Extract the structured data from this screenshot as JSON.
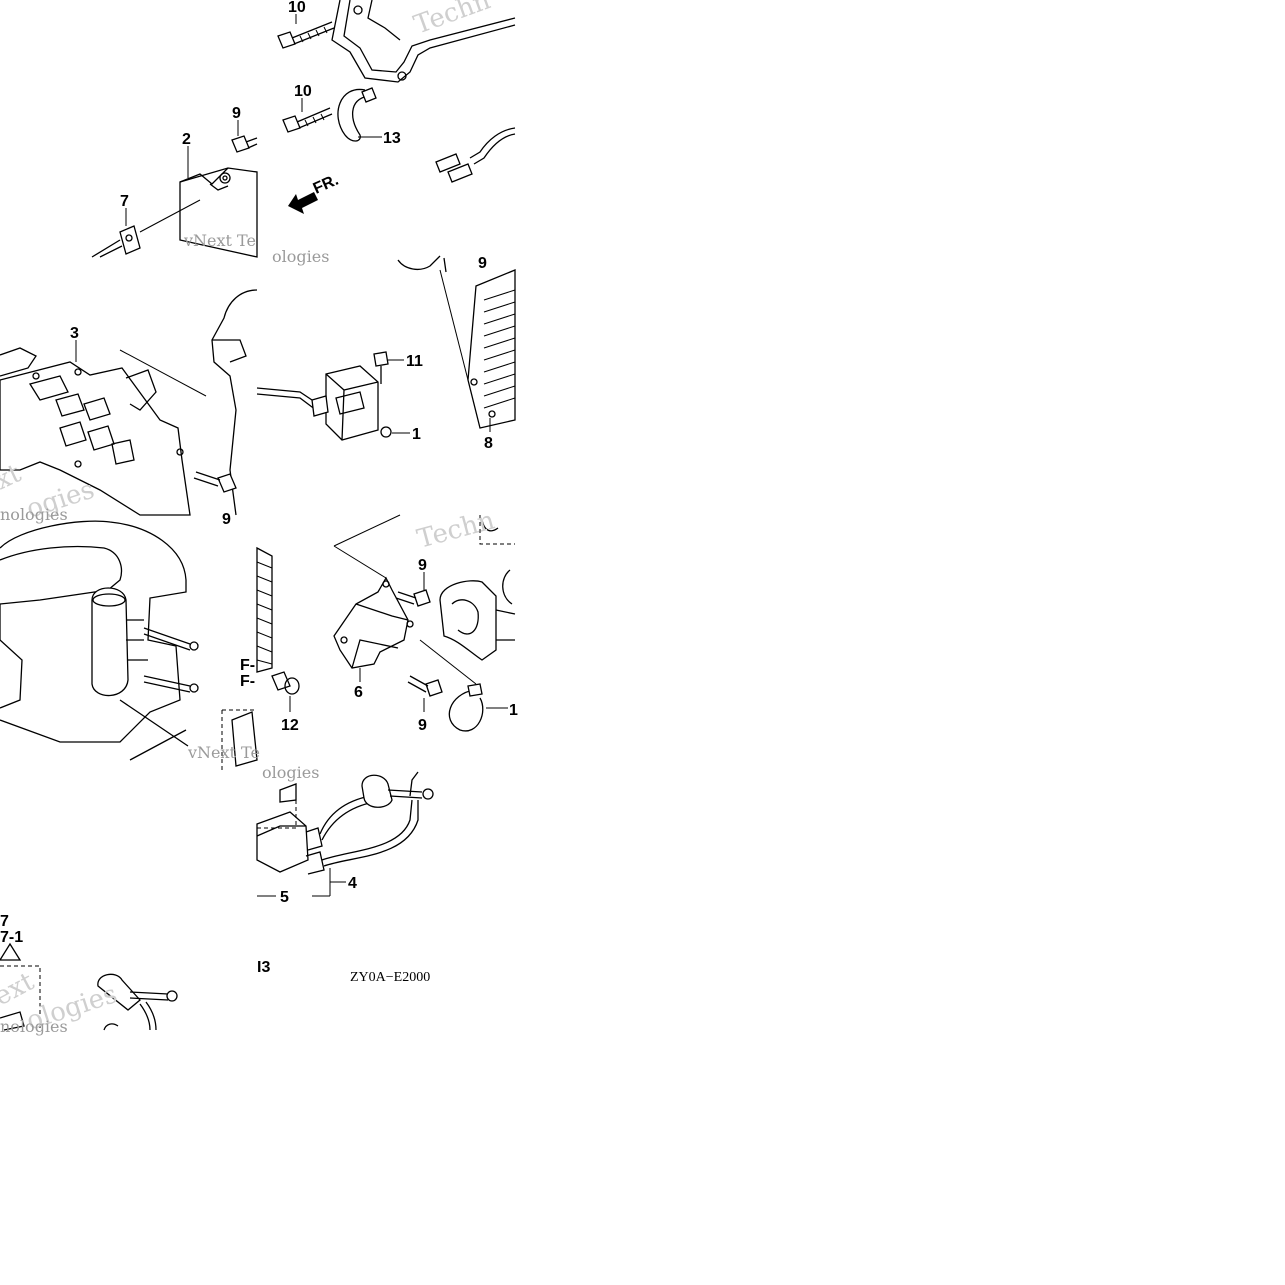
{
  "callouts": {
    "c10a": "10",
    "c10b": "10",
    "c13a": "13",
    "c9a": "9",
    "c2": "2",
    "c7": "7",
    "c9b": "9",
    "c11": "11",
    "c1a": "1",
    "c8": "8",
    "c3": "3",
    "c9c": "9",
    "c6": "6",
    "c9d": "9",
    "c1b": "1",
    "c12": "12",
    "c4": "4",
    "c5": "5",
    "c7b": "7",
    "c71": "7-1",
    "c13b": "I3",
    "cfa": "F-",
    "cfb": "F-"
  },
  "direction_label": "FR.",
  "drawing_code": "ZY0A−E2000",
  "watermarks": {
    "w1": "Techn",
    "w2": "vNext Te",
    "w3": "ologies",
    "w4": "xt",
    "w5": "ogies",
    "w6": "nologies",
    "w7": "Techn",
    "w8": "vNext Te",
    "w9": "ologies",
    "w10": "ext",
    "w11": "ologies",
    "w12": "nologies"
  }
}
